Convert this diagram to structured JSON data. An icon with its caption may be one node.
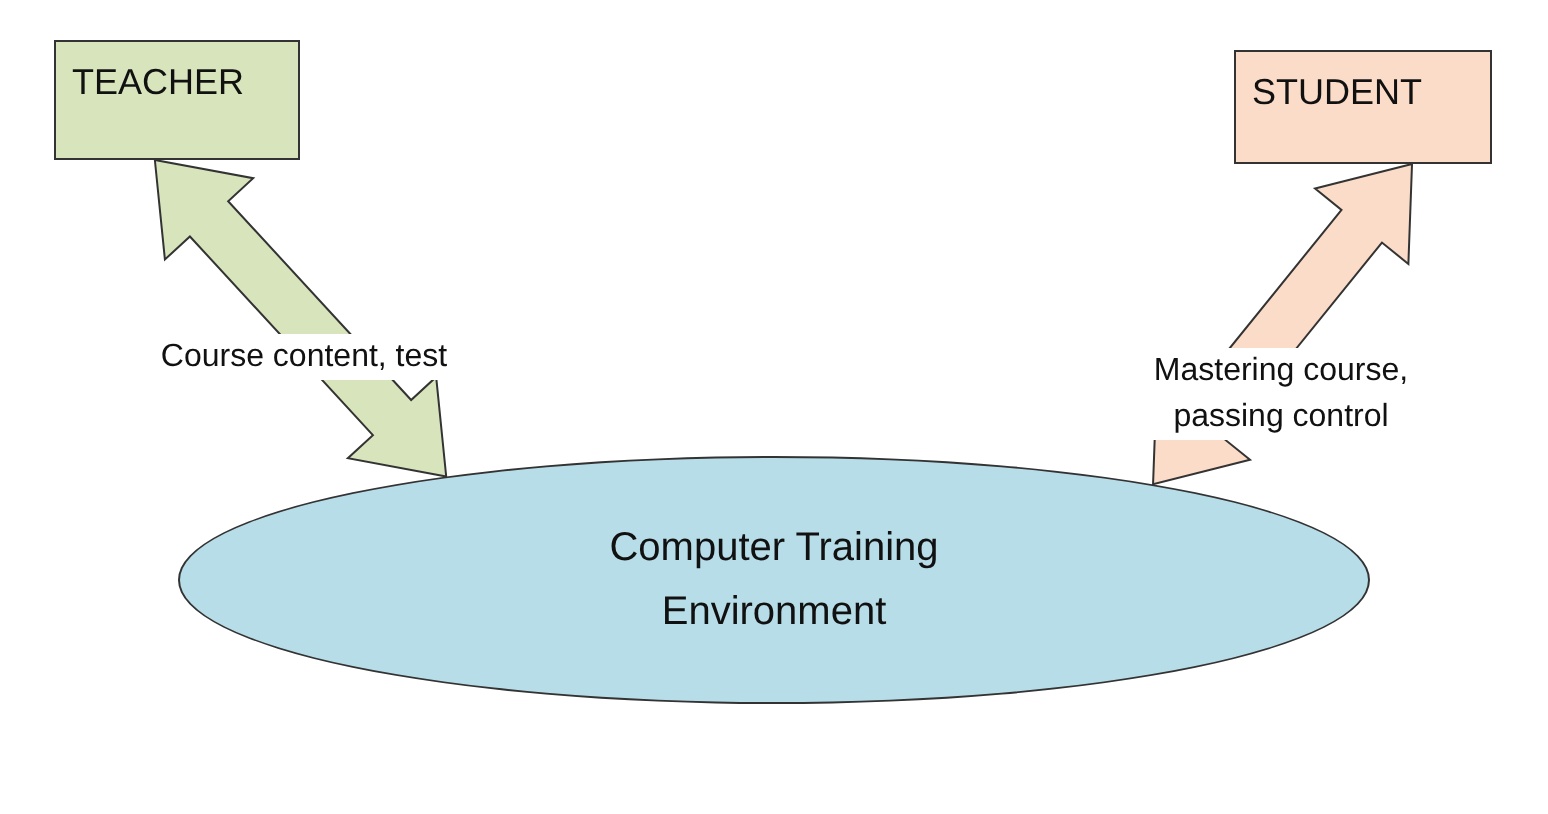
{
  "diagram": {
    "nodes": [
      {
        "text": [
          "TEACHER"
        ]
      },
      {
        "text": [
          "STUDENT"
        ]
      },
      {
        "text": [
          "Computer Training Environment"
        ]
      }
    ],
    "edges": [
      {
        "from": 0,
        "to": 2,
        "arrow": "both",
        "label": "Course content, test",
        "style": "thick",
        "color": "#d7e4bc"
      },
      {
        "from": 1,
        "to": 2,
        "arrow": "both",
        "label": "Mastering course, passing control",
        "style": "thick",
        "color": "#fbdcc8"
      }
    ]
  }
}
